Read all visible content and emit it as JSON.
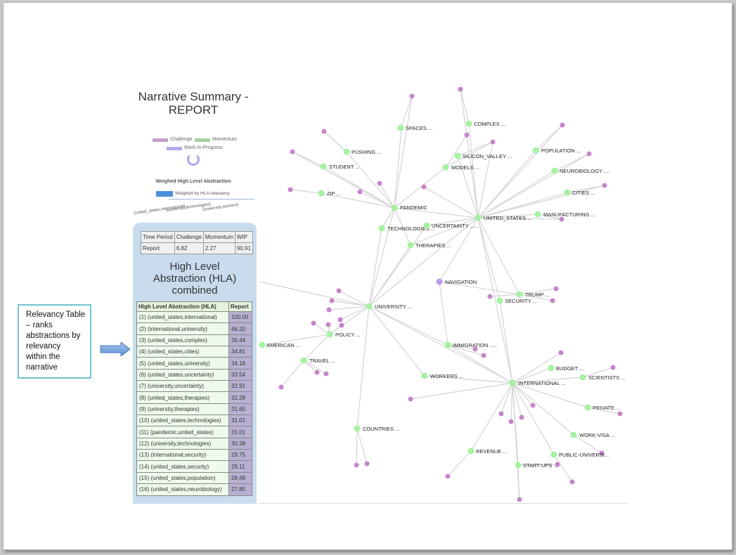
{
  "summary": {
    "title_line1": "Narrative Summary -",
    "title_line2": "REPORT",
    "legend": {
      "challenge": "Challenge",
      "momentum": "Momentum",
      "wip": "Work-In-Progress"
    },
    "colors": {
      "challenge": "#c4a0c8",
      "momentum": "#a9cfa3",
      "wip": "#b7a8ee",
      "node_green": "#a5f2a0",
      "node_purple": "#c685cc",
      "node_nav": "#b99af0"
    }
  },
  "hla_chart": {
    "title": "Weighed High Level Abstraction",
    "bar_caption": "Weighed by HLA relevancy",
    "tick_labels": [
      "(united_states,international)",
      "(university,technologies)",
      "(university,workers)"
    ]
  },
  "time_table": {
    "headers": [
      "Time Period",
      "Challenge",
      "Momentum",
      "WIP"
    ],
    "row": [
      "Report",
      "6.82",
      "2.27",
      "90.91"
    ]
  },
  "combined_title_lines": [
    "High Level",
    "Abstraction (HLA)",
    "combined"
  ],
  "relevancy_table": {
    "headers": [
      "High Level Abstraction (HLA)",
      "Report"
    ],
    "rows": [
      {
        "label": "(1) (united_states,international)",
        "value": "100.00"
      },
      {
        "label": "(2) (international,university)",
        "value": "46.20"
      },
      {
        "label": "(3) (united_states,complex)",
        "value": "35.44"
      },
      {
        "label": "(4) (united_states,cities)",
        "value": "34.81"
      },
      {
        "label": "(5) (united_states,university)",
        "value": "34.18"
      },
      {
        "label": "(6) (united_states,uncertainty)",
        "value": "33.54"
      },
      {
        "label": "(7) (university,uncertainty)",
        "value": "32.91"
      },
      {
        "label": "(8) (united_states,therapies)",
        "value": "32.28"
      },
      {
        "label": "(9) (university,therapies)",
        "value": "31.65"
      },
      {
        "label": "(10) (united_states,technologies)",
        "value": "31.01"
      },
      {
        "label": "(11) (pandemic,united_states)",
        "value": "31.01"
      },
      {
        "label": "(12) (university,technologies)",
        "value": "30.38"
      },
      {
        "label": "(13) (international,security)",
        "value": "29.75"
      },
      {
        "label": "(14) (united_states,security)",
        "value": "29.11"
      },
      {
        "label": "(15) (united_states,population)",
        "value": "28.48"
      },
      {
        "label": "(16) (united_states,neurobiology)",
        "value": "27.85"
      }
    ]
  },
  "callout": {
    "lines": [
      "Relevancy Table",
      "– ranks",
      "abstractions by",
      "relevancy",
      "within the",
      "narrative"
    ]
  },
  "network": {
    "labels": {
      "spaces": "SPACES ...",
      "complex": "COMPLEX ...",
      "pushing": "PUSHING ...",
      "silicon_valley": "SILICON_VALLEY ...",
      "population": "POPULATION ...",
      "student": "STUDENT ...",
      "models": "MODELS ...",
      "neurobiology": "NEUROBIOLOGY ....",
      "zip": "ZIP ...",
      "cities": "CITIES ...",
      "pandemic": "PANDEMIC",
      "manufacturing": "MANUFACTURING ...",
      "technologies": "TECHNOLOGIES ...",
      "uncertainty": "UNCERTAINTY .....",
      "united_states": "UNITED_STATES ...",
      "therapies": "THERAPIES ...",
      "navigation": "NAVIGATION",
      "trump": "TRUMP ...",
      "security": "SECURITY ...",
      "university": "UNIVERSITY ...",
      "policy": "POLICY ...",
      "immigration": "IMMIGRATION .....",
      "american": "AMERICAN ...",
      "travel": "TRAVEL ...",
      "budget": "BUDGET ...",
      "workers": "WORKERS ...",
      "international": "INTERNATIONAL ...",
      "scientists": "SCIENTISTS ...",
      "private": "PRIVATE ...",
      "countries": "COUNTRIES ...",
      "work_visa": "WORK-VISA ...",
      "revenue": "REVENUE ...",
      "public_univers": "PUBLIC-UNIVERSI...",
      "start_ups": "START-UPS ..."
    }
  }
}
